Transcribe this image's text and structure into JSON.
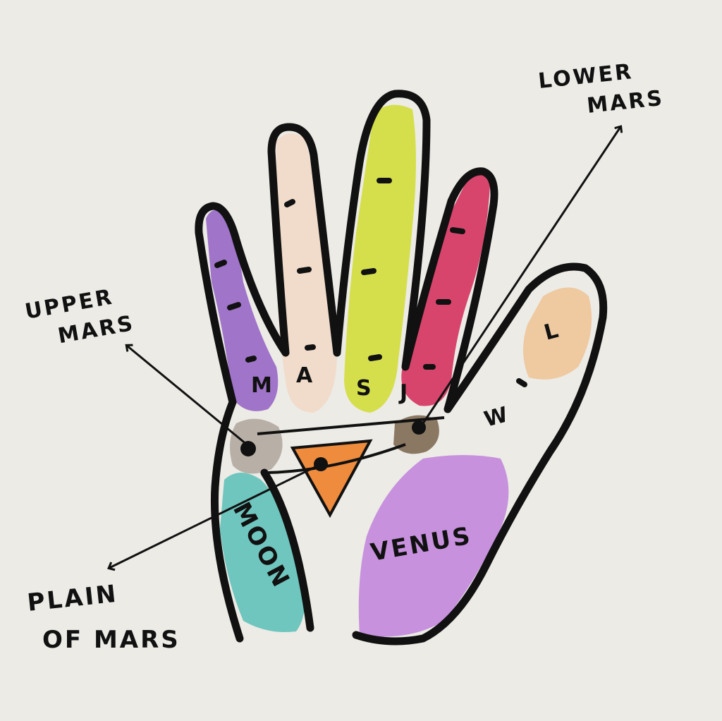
{
  "title": "Palm mounts diagram",
  "labels": {
    "lower_mars": [
      "LOWER",
      "MARS"
    ],
    "upper_mars": [
      "UPPER",
      "MARS"
    ],
    "plain_of_mars": [
      "PLAIN",
      "OF MARS"
    ],
    "moon": "MOON",
    "venus": "VENUS"
  },
  "finger_letters": {
    "mercury": "M",
    "apollo": "A",
    "saturn": "S",
    "jupiter": "J",
    "thumb_lower": "W",
    "thumb_upper": "L"
  },
  "colors": {
    "paper": "#ecebe6",
    "outline": "#111111",
    "mercury": "#9f74c9",
    "apollo": "#f1dccb",
    "saturn": "#d5df4c",
    "jupiter": "#d8456c",
    "thumb_tip": "#efc9a0",
    "moon": "#6fc6be",
    "venus": "#c791dd",
    "plain": "#ef8b3c",
    "upper_mars": "#b8b0a6",
    "lower_mars": "#8b7862"
  }
}
